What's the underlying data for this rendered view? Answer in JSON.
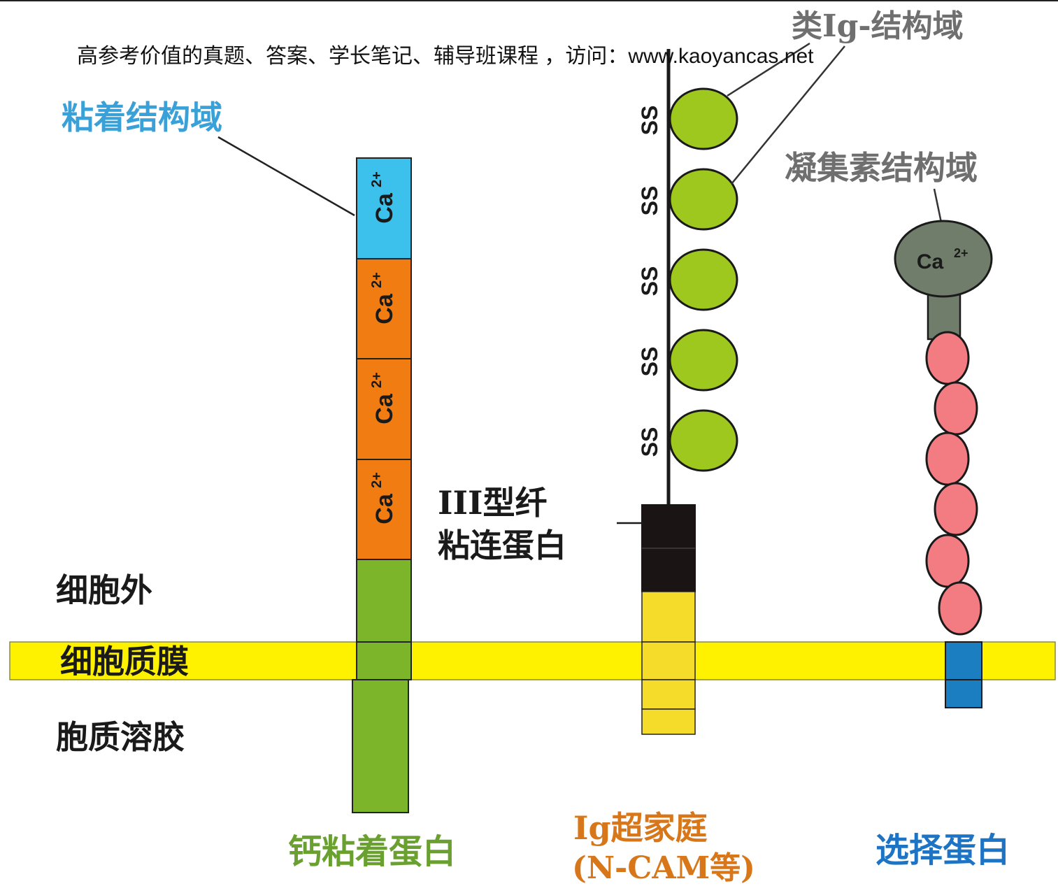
{
  "banner": {
    "text": "高参考价值的真题、答案、学长笔记、辅导班课程 ，访问：www.kaoyancas.net"
  },
  "labels": {
    "adhesion_domain": "粘着结构域",
    "ig_like_domain": "类Ig-结构域",
    "lectin_domain": "凝集素结构域",
    "fibronectin_line1": "III型纤",
    "fibronectin_line2": "粘连蛋白",
    "extracellular": "细胞外",
    "plasma_membrane": "细胞质膜",
    "cytosol": "胞质溶胶",
    "cadherin": "钙粘着蛋白",
    "ig_superfamily_line1": "Ig超家庭",
    "ig_superfamily_line2": "(N-CAM等)",
    "selectin": "选择蛋白"
  },
  "symbols": {
    "calcium": "Ca",
    "calcium_charge": "2+",
    "disulfide": "SS"
  },
  "colors": {
    "membrane": "#fff200",
    "cadherin_ca_domain": "#f07c12",
    "adhesion_domain": "#3cc0ec",
    "cadherin_green": "#7cb42a",
    "ig_domain": "#9ec81e",
    "fibronectin": "#1a1514",
    "ig_yellow": "#f6dc2a",
    "lectin": "#6f7d6a",
    "egf_domain": "#f27c82",
    "selectin_tm": "#1a7ec0",
    "label_blue": "#3aa0d8",
    "label_orange": "#d8761a",
    "label_green": "#6aa030",
    "label_blue_dark": "#1e74c4",
    "label_grey": "#6f6f6f"
  }
}
